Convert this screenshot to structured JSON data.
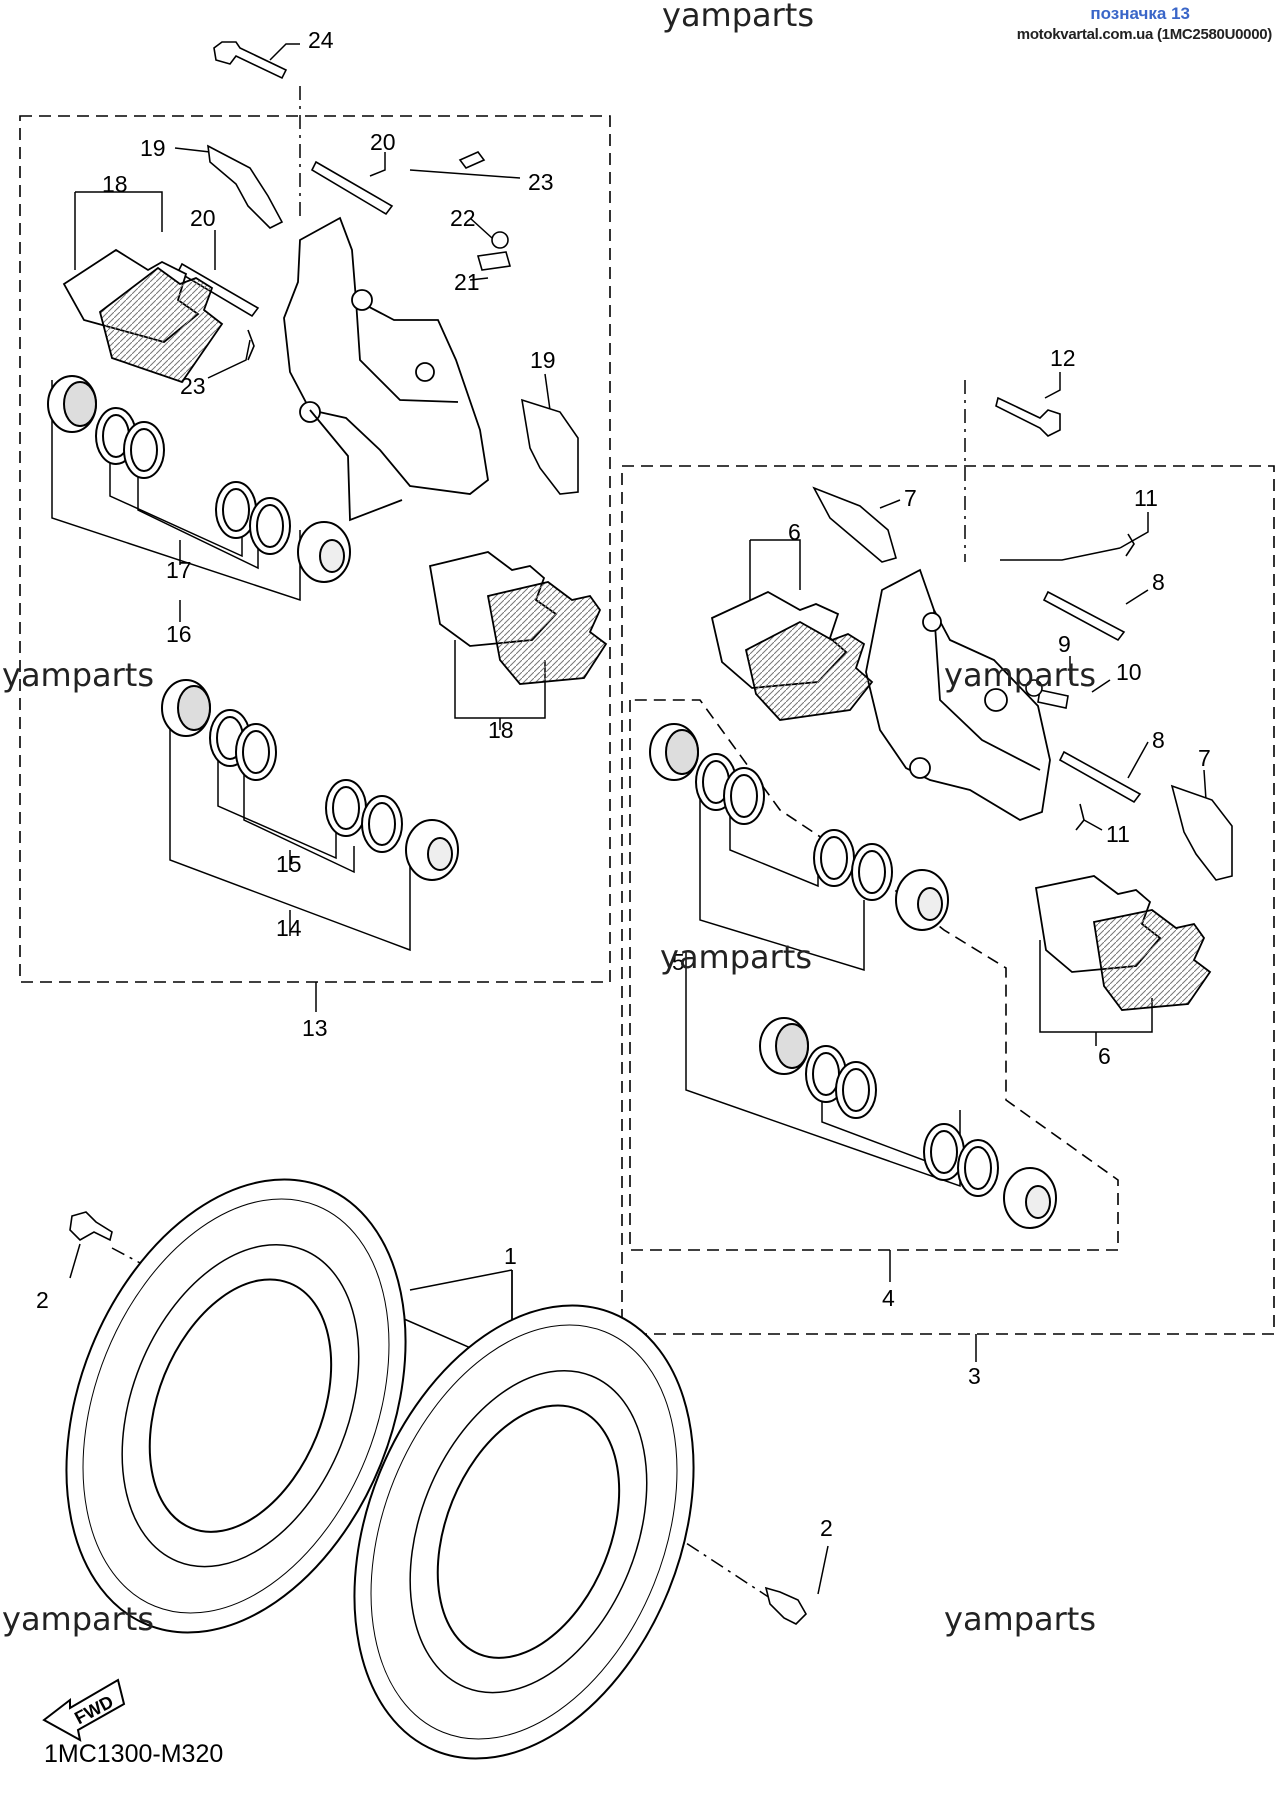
{
  "header": {
    "title": "позначка 13",
    "source": "motokvartal.com.ua (1MC2580U0000)"
  },
  "watermarks": {
    "top": "yamparts",
    "left_mid": "yamparts",
    "right_mid": "yamparts",
    "center": "yamparts",
    "left_bottom": "yamparts",
    "right_bottom": "yamparts"
  },
  "footer": {
    "diagram_code": "1MC1300-M320",
    "fwd_label": "FWD"
  },
  "callouts": {
    "c1": "1",
    "c2a": "2",
    "c2b": "2",
    "c3": "3",
    "c4": "4",
    "c5": "5",
    "c6a": "6",
    "c6b": "6",
    "c7a": "7",
    "c7b": "7",
    "c8a": "8",
    "c8b": "8",
    "c9": "9",
    "c10": "10",
    "c11a": "11",
    "c11b": "11",
    "c12": "12",
    "c13": "13",
    "c14": "14",
    "c15": "15",
    "c16": "16",
    "c17": "17",
    "c18a": "18",
    "c18b": "18",
    "c19a": "19",
    "c19b": "19",
    "c20a": "20",
    "c20b": "20",
    "c21": "21",
    "c22": "22",
    "c23a": "23",
    "c23b": "23",
    "c24": "24"
  }
}
